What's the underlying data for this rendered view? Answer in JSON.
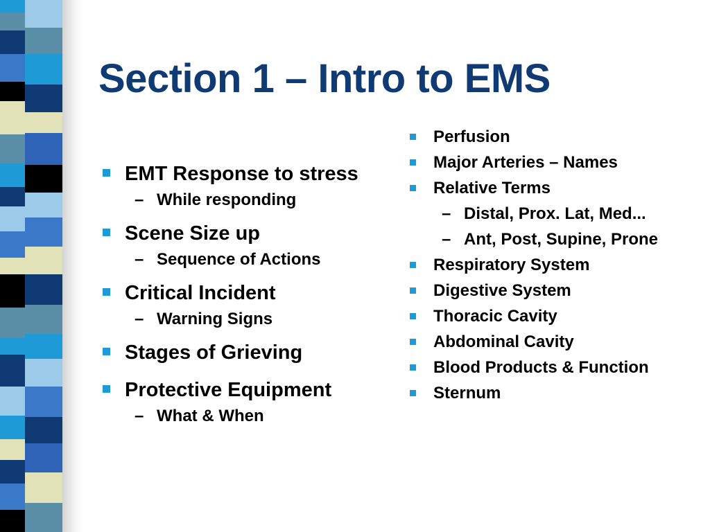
{
  "slide": {
    "title": "Section 1 – Intro to EMS"
  },
  "left_column": {
    "items": [
      {
        "text": "EMT Response to stress",
        "sub": [
          "While responding"
        ]
      },
      {
        "text": "Scene Size up",
        "sub": [
          "Sequence of Actions"
        ]
      },
      {
        "text": "Critical Incident",
        "sub": [
          "Warning Signs"
        ]
      },
      {
        "text": "Stages of Grieving",
        "sub": []
      },
      {
        "text": "Protective Equipment",
        "sub": [
          "What & When"
        ]
      }
    ]
  },
  "right_column": {
    "items": [
      {
        "text": "Perfusion",
        "sub": []
      },
      {
        "text": "Major Arteries – Names",
        "sub": []
      },
      {
        "text": "Relative Terms",
        "sub": [
          "Distal, Prox. Lat, Med...",
          "Ant, Post, Supine, Prone"
        ]
      },
      {
        "text": "Respiratory System",
        "sub": []
      },
      {
        "text": "Digestive System",
        "sub": []
      },
      {
        "text": "Thoracic Cavity",
        "sub": []
      },
      {
        "text": "Abdominal Cavity",
        "sub": []
      },
      {
        "text": "Blood Products & Function",
        "sub": []
      },
      {
        "text": "Sternum",
        "sub": []
      }
    ]
  },
  "theme": {
    "title_color": "#0f3a73",
    "bullet_color": "#1e9ad6",
    "stripe_colors": [
      "#0f3a73",
      "#3a78c8",
      "#5b8fa8",
      "#1e9ad6",
      "#e2e2b8",
      "#000000",
      "#9ccbea",
      "#2f63b8"
    ]
  }
}
